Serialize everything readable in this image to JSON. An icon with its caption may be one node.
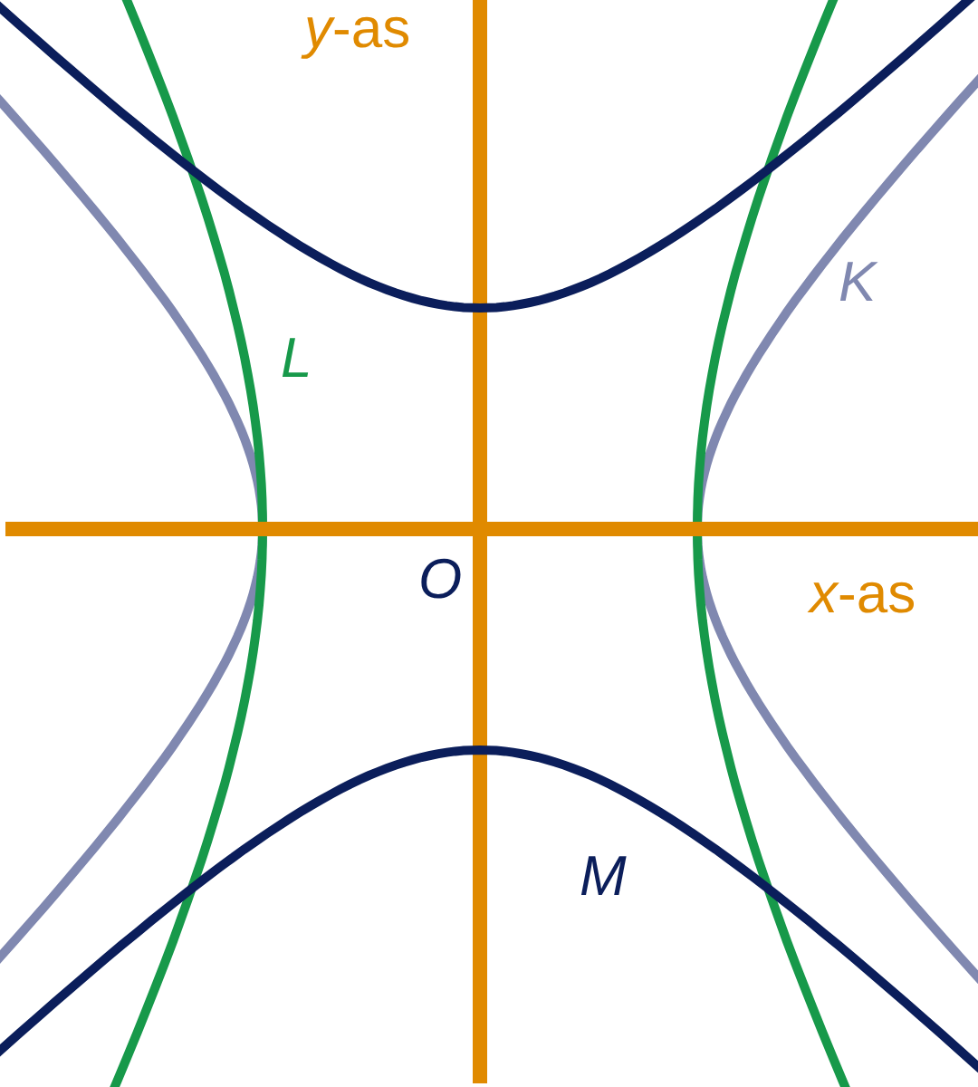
{
  "diagram": {
    "labels": [
      "*y*-as",
      "K",
      "L",
      "O",
      "*x*-as",
      "M"
    ]
  }
}
